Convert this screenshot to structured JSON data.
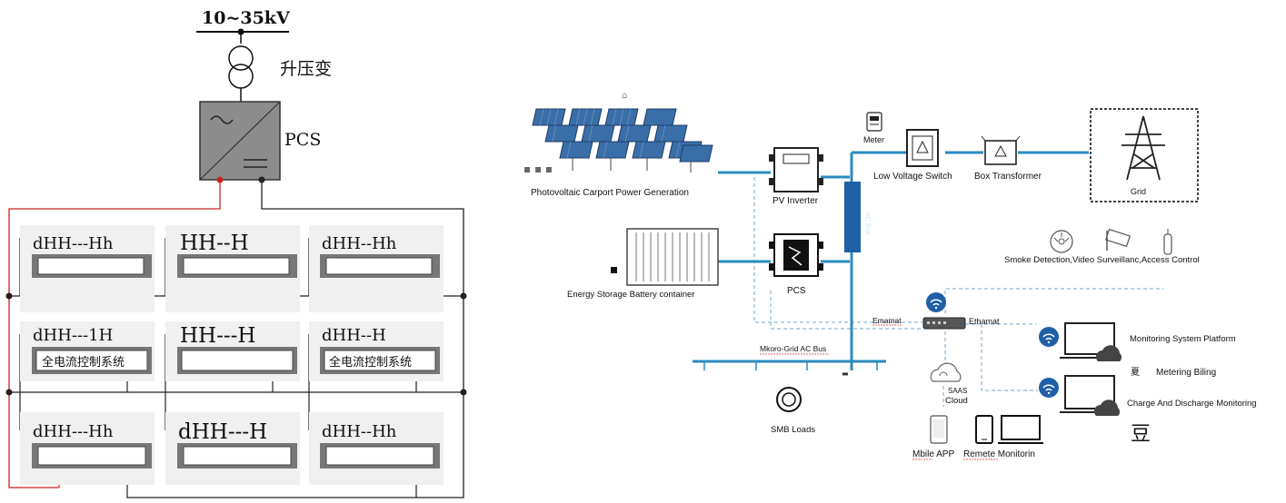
{
  "left_diagram": {
    "voltage_label": "10~35kV",
    "transformer_label": "升压变",
    "pcs_label": "PCS",
    "rows": [
      {
        "units": [
          {
            "label": "dHH---Hh",
            "inner": ""
          },
          {
            "label": "HH--H",
            "inner": ""
          },
          {
            "label": "dHH--Hh",
            "inner": ""
          }
        ]
      },
      {
        "units": [
          {
            "label": "dHH---1H",
            "inner": "全电流控制系统"
          },
          {
            "label": "HH---H",
            "inner": ""
          },
          {
            "label": "dHH--H",
            "inner": "全电流控制系统"
          }
        ]
      },
      {
        "units": [
          {
            "label": "dHH---Hh",
            "inner": ""
          },
          {
            "label": "dHH---H",
            "inner": ""
          },
          {
            "label": "dHH--Hh",
            "inner": ""
          }
        ]
      }
    ],
    "colors": {
      "positive_wire": "#cc2222",
      "wire": "#222222",
      "pcs_fill": "#8c8c8c"
    }
  },
  "right_diagram": {
    "pv_label": "Photovoltaic   Carport   Power   Generation",
    "pv_inverter_label": "PV Inverter",
    "meter_label": "Meter",
    "low_voltage_switch_label": "Low Voltage Switch",
    "box_transformer_label": "Box Transformer",
    "grid_label": "Grid",
    "ac_bus_vertical_label": "AC Bus",
    "storage_label": "Energy    Storage    Battery    container",
    "pcs_label": "PCS",
    "security_label": "Smoke  Detection,Video  Surveillanc,Access  Control",
    "ethernet_left_label": "Emamat",
    "ethernet_right_label": "Ethamat",
    "microgrid_label": "Mkoro-Grid AC Bus",
    "loads_label": "SMB   Loads",
    "saas_label": "SAAS",
    "cloud_label": "Cloud",
    "mobile_app_label": "Mbile APP",
    "remote_label": "Remete  Monitorin",
    "monitoring_platform_label": "Monitoring  System Platform",
    "metering_mark": "夏",
    "metering_label": "Metering Biling",
    "charge_label": "Charge And  Discharge Monitoring",
    "bottom_mark": "豆",
    "colors": {
      "bus": "#2b8bbf",
      "bus_dark": "#1f5fa8",
      "dashed": "#8fb6d2"
    },
    "icons": [
      "solar-panel-icon",
      "inverter-icon",
      "meter-icon",
      "switch-icon",
      "transformer-icon",
      "pylon-icon",
      "battery-container-icon",
      "pcs-icon",
      "smoke-detector-icon",
      "camera-icon",
      "access-control-icon",
      "router-icon",
      "wifi-icon",
      "cloud-icon",
      "phone-icon",
      "laptop-icon",
      "load-icon"
    ]
  }
}
